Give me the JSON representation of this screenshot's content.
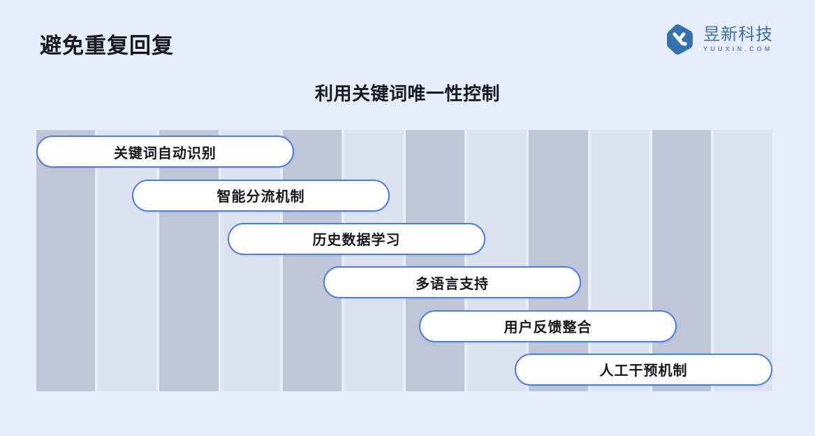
{
  "slide": {
    "title": "避免重复回复",
    "background_color": "#e8edfb"
  },
  "brand": {
    "logo_icon": "hexagon-x-logo-icon",
    "name": "昱新科技",
    "domain": "YUUXIN.COM",
    "logo_color": "#3171b0",
    "text_color": "#3f6fa8"
  },
  "chart_data": {
    "type": "bar",
    "orientation": "horizontal",
    "title": "利用关键词唯一性控制",
    "xlabel": "",
    "ylabel": "",
    "categories": [
      "关键词自动识别",
      "智能分流机制",
      "历史数据学习",
      "多语言支持",
      "用户反馈整合",
      "人工干预机制"
    ],
    "values": [
      35,
      35,
      35,
      35,
      35,
      35
    ],
    "bar_starts": [
      0,
      13,
      26,
      39,
      52,
      65
    ],
    "bar_ends": [
      35,
      48,
      61,
      74,
      87,
      100
    ],
    "xlim": [
      0,
      100
    ],
    "grid": true,
    "grid_bands": 12,
    "grid_band_colors": [
      "#bfc6d7",
      "#dde2f0"
    ],
    "bar_fill_color": "#ffffff",
    "bar_border_color": "#4a7fe0",
    "legend": "none",
    "notes": "Cascading/waterfall style staircase of six rounded pill bars, each offset progressively to the right"
  }
}
